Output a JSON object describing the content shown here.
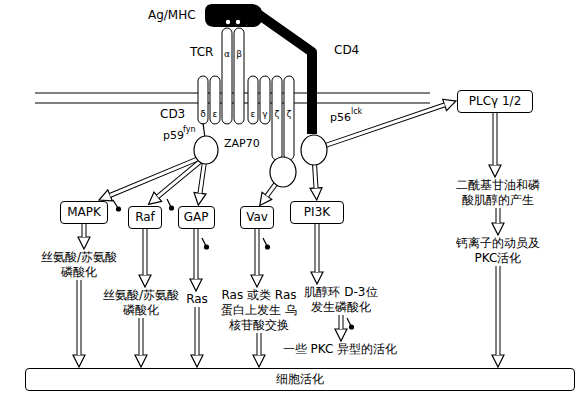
{
  "diagram": {
    "nodes": [
      {
        "text": [
          "MAPK"
        ]
      },
      {
        "text": [
          "Raf"
        ]
      },
      {
        "text": [
          "GAP"
        ]
      },
      {
        "text": [
          "Vav"
        ]
      },
      {
        "text": [
          "PI3K"
        ]
      },
      {
        "text": [
          "PLCγ 1/2"
        ]
      },
      {
        "text": [
          "丝氨酸/苏氨酸 磷酸化"
        ]
      },
      {
        "text": [
          "丝氨酸/苏氨酸 磷酸化"
        ]
      },
      {
        "text": [
          "Ras"
        ]
      },
      {
        "text": [
          "Ras 或类 Ras 蛋白上发生 乌核苷酸交换"
        ]
      },
      {
        "text": [
          "肌醇环 D-3位 发生磷酸化"
        ]
      },
      {
        "text": [
          "二酰基甘油和磷 酸肌醇的产生"
        ]
      },
      {
        "text": [
          "一些 PKC 异型的活化"
        ]
      },
      {
        "text": [
          "钙离子的动员及 PKC活化"
        ]
      },
      {
        "text": [
          "细胞活化"
        ]
      }
    ],
    "edges": [
      {
        "from": 0,
        "to": 6,
        "arrow": "to"
      },
      {
        "from": 1,
        "to": 7,
        "arrow": "to"
      },
      {
        "from": 2,
        "to": 8,
        "arrow": "to"
      },
      {
        "from": 3,
        "to": 9,
        "arrow": "to"
      },
      {
        "from": 4,
        "to": 10,
        "arrow": "to"
      },
      {
        "from": 10,
        "to": 12,
        "arrow": "to"
      },
      {
        "from": 5,
        "to": 11,
        "arrow": "to"
      },
      {
        "from": 11,
        "to": 13,
        "arrow": "to"
      },
      {
        "from": 6,
        "to": 14,
        "arrow": "to"
      },
      {
        "from": 7,
        "to": 14,
        "arrow": "to"
      },
      {
        "from": 8,
        "to": 14,
        "arrow": "to"
      },
      {
        "from": 9,
        "to": 14,
        "arrow": "to"
      },
      {
        "from": 12,
        "to": 14,
        "arrow": "to"
      },
      {
        "from": 13,
        "to": 14,
        "arrow": "to"
      }
    ],
    "labels": [
      "Ag/MHC",
      "TCR",
      "CD4",
      "CD3",
      "δ",
      "ε",
      "α",
      "β",
      "ε",
      "γ",
      "ζ",
      "ζ",
      "p59",
      "fyn",
      "ZAP70",
      "p56",
      "lck"
    ]
  }
}
